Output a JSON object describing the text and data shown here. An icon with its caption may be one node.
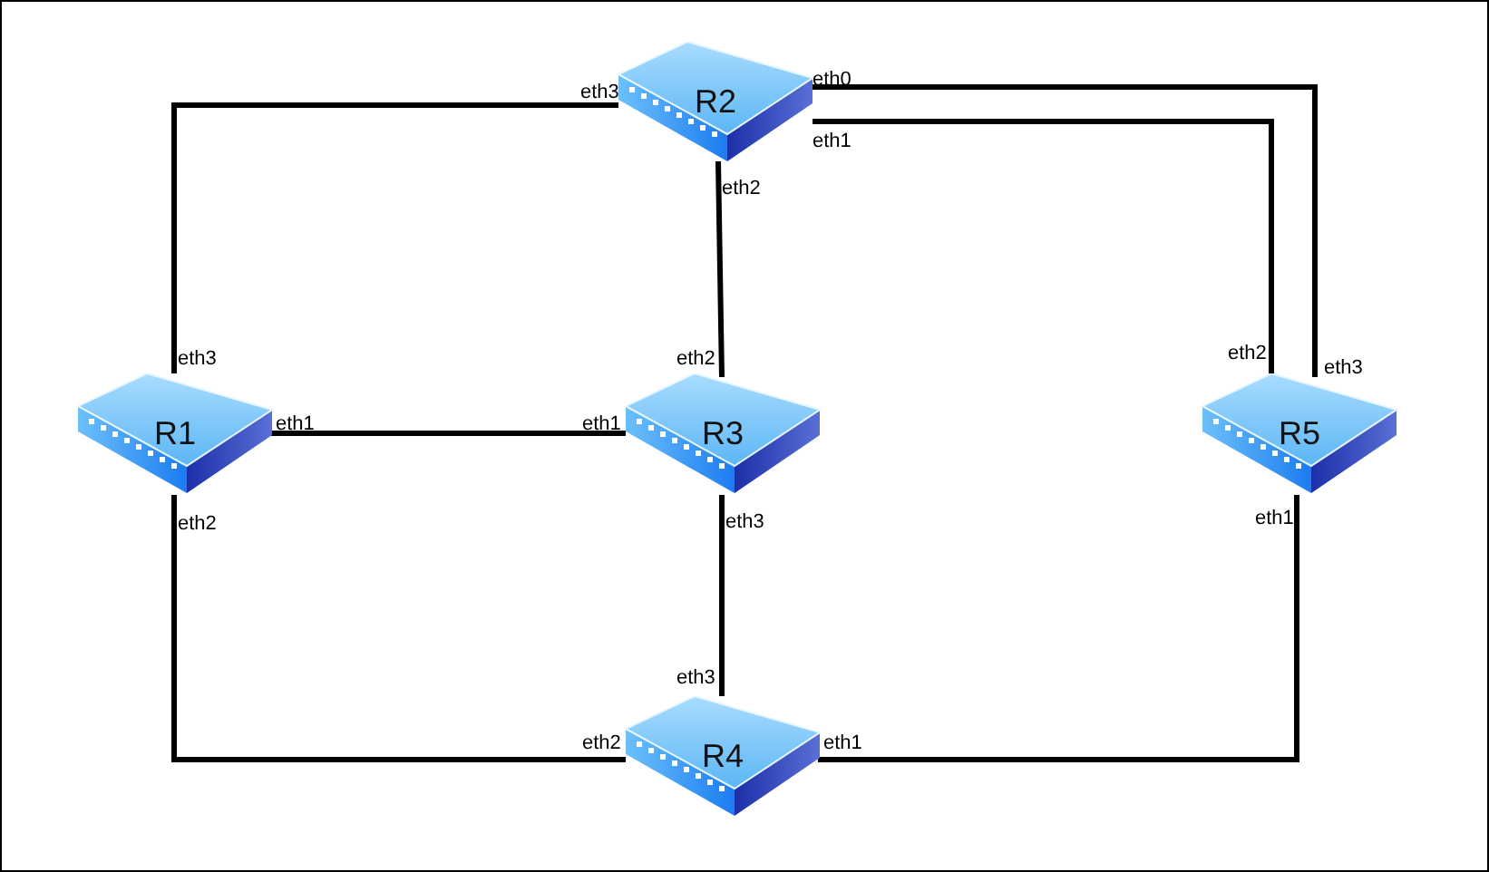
{
  "diagram": {
    "nodes": [
      {
        "text": [
          "R2"
        ]
      },
      {
        "text": [
          "R1"
        ]
      },
      {
        "text": [
          "R3"
        ]
      },
      {
        "text": [
          "R5"
        ]
      },
      {
        "text": [
          "R4"
        ]
      }
    ],
    "edges": [
      {
        "from": 0,
        "to": 1,
        "arrow": "none"
      },
      {
        "from": 0,
        "to": 3,
        "arrow": "none"
      },
      {
        "from": 0,
        "to": 3,
        "arrow": "none"
      },
      {
        "from": 0,
        "to": 2,
        "arrow": "none"
      },
      {
        "from": 1,
        "to": 2,
        "arrow": "none"
      },
      {
        "from": 2,
        "to": 4,
        "arrow": "none"
      },
      {
        "from": 1,
        "to": 4,
        "arrow": "none"
      },
      {
        "from": 4,
        "to": 3,
        "arrow": "none"
      }
    ],
    "labels": [
      "eth0",
      "eth3",
      "eth1",
      "eth2",
      "eth3",
      "eth2",
      "eth2",
      "eth3",
      "eth1",
      "eth1",
      "eth2",
      "eth3",
      "eth1",
      "eth3",
      "eth2",
      "eth1"
    ]
  }
}
